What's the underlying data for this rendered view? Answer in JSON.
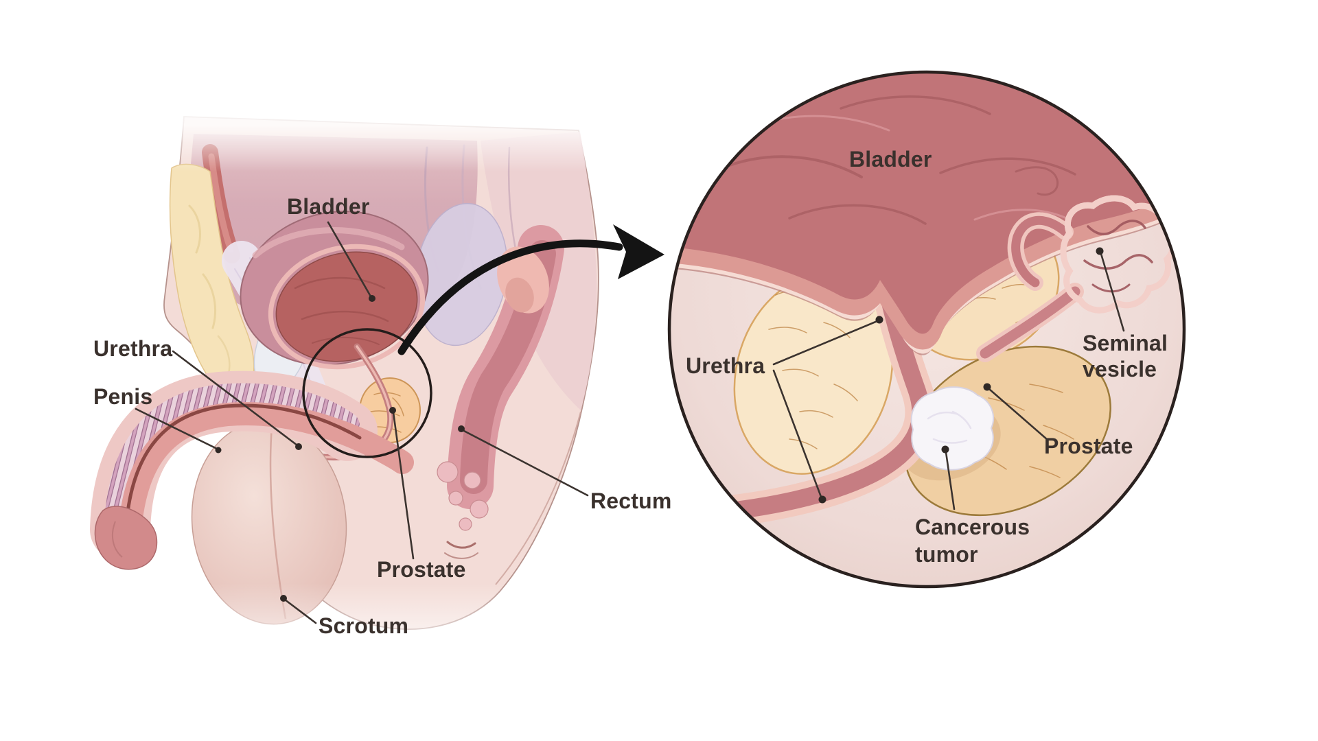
{
  "figure": {
    "side_view": {
      "labels": {
        "bladder": "Bladder",
        "urethra": "Urethra",
        "penis": "Penis",
        "rectum": "Rectum",
        "prostate": "Prostate",
        "scrotum": "Scrotum"
      }
    },
    "closeup": {
      "labels": {
        "bladder": "Bladder",
        "seminal_vesicle": {
          "line1": "Seminal",
          "line2": "vesicle"
        },
        "urethra": "Urethra",
        "prostate": "Prostate",
        "cancerous_tumor": {
          "line1": "Cancerous",
          "line2": "tumor"
        }
      }
    },
    "palette": {
      "background": "#ffffff",
      "skin_pink": "#f3dcd7",
      "interior_mauve": "#d5a9b4",
      "bladder_wall": "#c98e9c",
      "bladder_interior": "#b66261",
      "inset_bladder": "#c17478",
      "inset_background": "#eedad6",
      "prostate_tan": "#f7cda0",
      "lobe_cream": "#f9e7c9",
      "lobe_cream2": "#f7e0bd",
      "lobe_tan": "#f0cfa3",
      "urethra_mauve": "#c67d82",
      "seminal_vesicle_rose": "#ca8287",
      "tumor_white": "#f7f5f9",
      "bone_yellow": "#f6e3b9",
      "outline_dark": "#2a211f",
      "label_text": "#3a312d"
    }
  }
}
